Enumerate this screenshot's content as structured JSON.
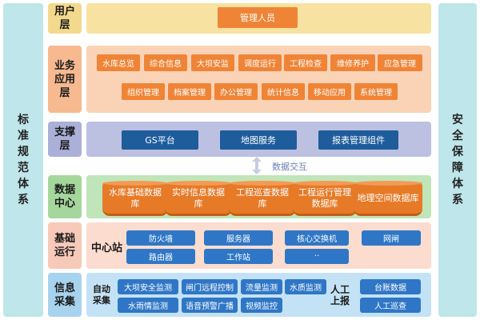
{
  "left_sidebar": {
    "label": "标准规范体系"
  },
  "right_sidebar": {
    "label": "安全保障体系"
  },
  "layers": {
    "user": {
      "label": "用户层",
      "items": [
        "管理人员"
      ]
    },
    "business": {
      "label": "业务应用层",
      "row1": [
        "水库总览",
        "综合信息",
        "大坝安监",
        "调度运行",
        "工程检查",
        "维修养护",
        "应急管理"
      ],
      "row2": [
        "组织管理",
        "档案管理",
        "办公管理",
        "统计信息",
        "移动应用",
        "系统管理"
      ]
    },
    "support": {
      "label": "支撑层",
      "items": [
        "GS平台",
        "地图服务",
        "报表管理组件"
      ]
    },
    "data_exchange": "数据交互",
    "data": {
      "label": "数据中心",
      "items": [
        "水库基础数据库",
        "实时信息数据库",
        "工程巡查数据库",
        "工程运行管理数据库",
        "地理空间数据库"
      ]
    },
    "infra": {
      "label": "基础运行",
      "center": "中心站",
      "row1": [
        "防火墙",
        "服务器",
        "核心交换机",
        "网闸"
      ],
      "row2": [
        "路由器",
        "工作站",
        "··"
      ]
    },
    "info": {
      "label": "信息采集",
      "auto_label": "自动采集",
      "auto_row1": [
        "大坝安全监测",
        "闸门远程控制",
        "流量监测",
        "水质监测"
      ],
      "auto_row2": [
        "水雨情监测",
        "语音预警广播",
        "视频监控"
      ],
      "manual_label": "人工上报",
      "manual_items": [
        "台账数据",
        "人工巡查"
      ]
    }
  },
  "colors": {
    "sidebar": "#bfe6ea",
    "user_label": "#f3d98d",
    "user_bg": "#f7e2a2",
    "business_label": "#f7b98f",
    "business_bg": "#fad2b6",
    "support_label": "#abb0d8",
    "support_bg": "#bcc1e2",
    "data_label": "#a5d79c",
    "data_bg": "#c0e5b8",
    "infra_label": "#f7c9b9",
    "infra_bg": "#fbdccf",
    "info_label": "#a8d3ee",
    "info_bg": "#c4e2f5"
  }
}
